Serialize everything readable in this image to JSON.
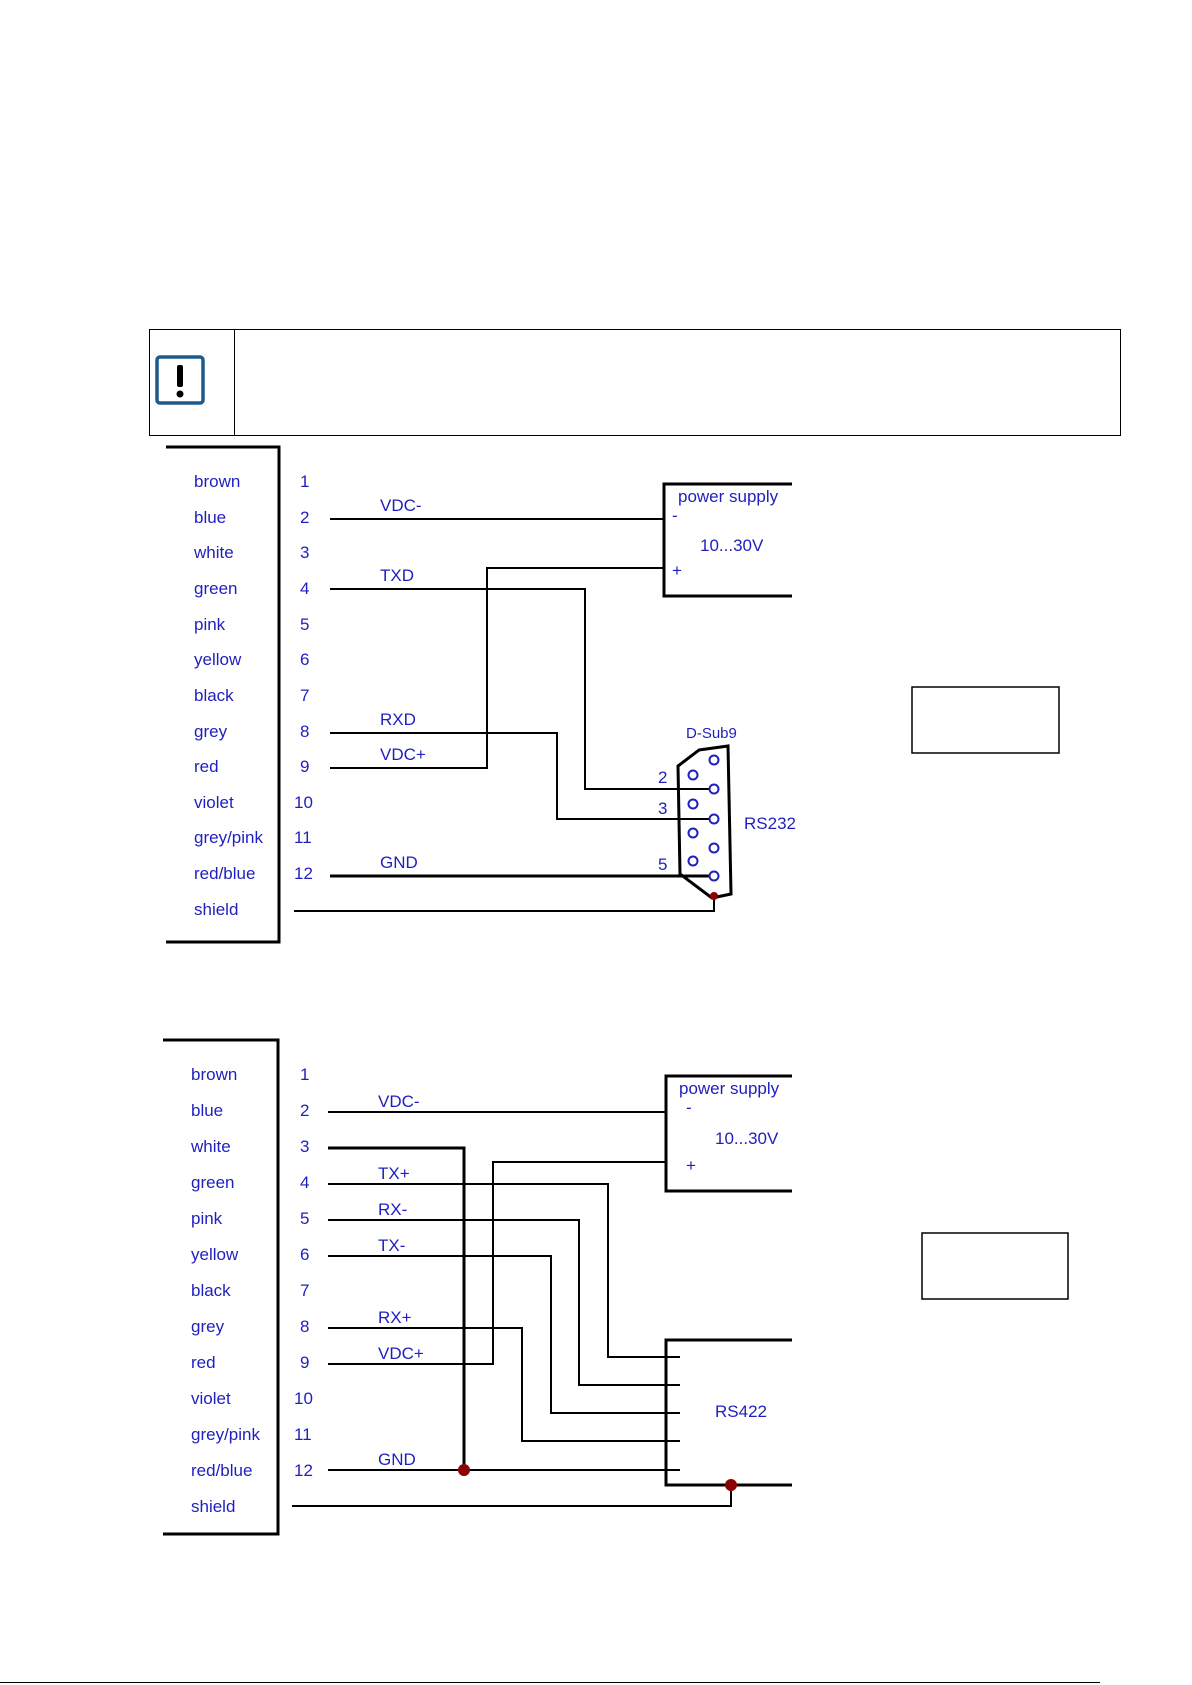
{
  "notice": {
    "icon": "exclamation-icon",
    "text": ""
  },
  "wire_colors": [
    "brown",
    "blue",
    "white",
    "green",
    "pink",
    "yellow",
    "black",
    "grey",
    "red",
    "violet",
    "grey/pink",
    "red/blue",
    "shield"
  ],
  "pin_numbers": [
    "1",
    "2",
    "3",
    "4",
    "5",
    "6",
    "7",
    "8",
    "9",
    "10",
    "11",
    "12"
  ],
  "rs232": {
    "signals": {
      "vdc_minus": "VDC-",
      "txd": "TXD",
      "rxd": "RXD",
      "vdc_plus": "VDC+",
      "gnd": "GND"
    },
    "power_supply": {
      "title": "power supply",
      "minus": "-",
      "voltage": "10...30V",
      "plus": "+"
    },
    "connector": {
      "name": "D-Sub9",
      "pin_2": "2",
      "pin_3": "3",
      "pin_5": "5",
      "interface": "RS232"
    }
  },
  "rs422": {
    "signals": {
      "vdc_minus": "VDC-",
      "tx_plus": "TX+",
      "rx_minus": "RX-",
      "tx_minus": "TX-",
      "rx_plus": "RX+",
      "vdc_plus": "VDC+",
      "gnd": "GND"
    },
    "power_supply": {
      "title": "power supply",
      "minus": "-",
      "voltage": "10...30V",
      "plus": "+"
    },
    "interface": "RS422"
  },
  "colors": {
    "text": "#1f1fbf",
    "wire": "#000000",
    "junction": "#8b0000",
    "notice_icon": "#1b5a8a"
  }
}
